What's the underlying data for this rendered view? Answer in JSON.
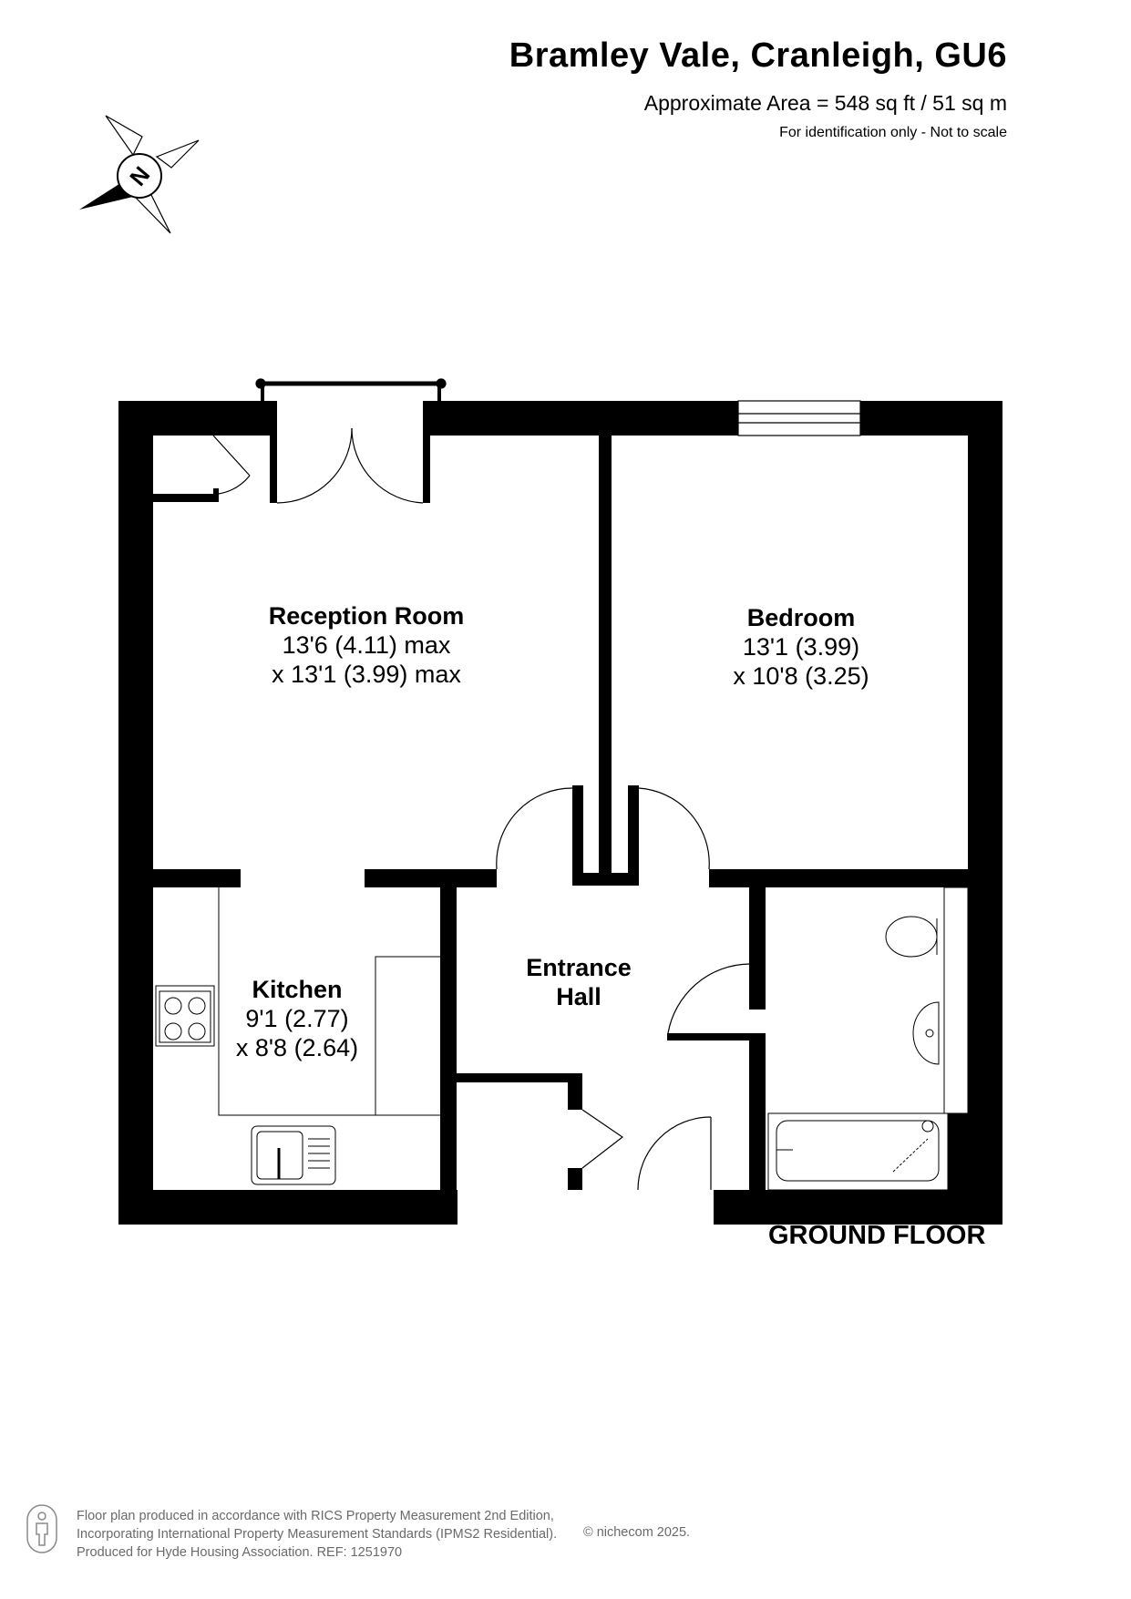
{
  "header": {
    "title": "Bramley Vale, Cranleigh, GU6",
    "area": "Approximate Area = 548 sq ft / 51 sq m",
    "identification": "For identification only - Not to scale"
  },
  "compass": {
    "letter": "N"
  },
  "rooms": {
    "reception": {
      "name": "Reception Room",
      "dim1": "13'6 (4.11) max",
      "dim2": "x 13'1 (3.99) max"
    },
    "bedroom": {
      "name": "Bedroom",
      "dim1": "13'1 (3.99)",
      "dim2": "x 10'8 (3.25)"
    },
    "kitchen": {
      "name": "Kitchen",
      "dim1": "9'1 (2.77)",
      "dim2": "x 8'8 (2.64)"
    },
    "hall": {
      "name1": "Entrance",
      "name2": "Hall"
    }
  },
  "floor": {
    "label": "GROUND FLOOR"
  },
  "footer": {
    "line1": "Floor plan produced in accordance with RICS Property Measurement 2nd Edition,",
    "line2": "Incorporating International Property Measurement Standards (IPMS2 Residential).",
    "line3": "Produced for Hyde Housing Association.  REF: 1251970",
    "copyright": "© nichecom 2025."
  }
}
